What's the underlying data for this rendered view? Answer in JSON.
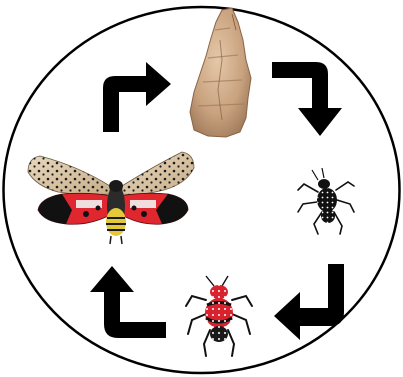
{
  "diagram": {
    "title": "",
    "colors": {
      "background": "#ffffff",
      "circle_outline": "#000000",
      "arrow": "#000000",
      "egg_mass": "#c9a27f",
      "early_nymph": "#111111",
      "late_nymph_red": "#d8232e",
      "adult_wing": "#d9c4a3",
      "adult_hindwing_red": "#e0262f"
    },
    "stages": [
      {
        "id": "egg-mass",
        "icon": "egg-mass-icon"
      },
      {
        "id": "early-nymph",
        "icon": "black-nymph-icon"
      },
      {
        "id": "late-nymph",
        "icon": "red-nymph-icon"
      },
      {
        "id": "adult",
        "icon": "adult-lanternfly-icon"
      }
    ],
    "arrows": [
      {
        "id": "arrow-egg-to-early-nymph",
        "icon": "curved-arrow-icon"
      },
      {
        "id": "arrow-early-to-late-nymph",
        "icon": "curved-arrow-icon"
      },
      {
        "id": "arrow-late-nymph-to-adult",
        "icon": "curved-arrow-icon"
      },
      {
        "id": "arrow-adult-to-egg",
        "icon": "curved-arrow-icon"
      }
    ]
  }
}
